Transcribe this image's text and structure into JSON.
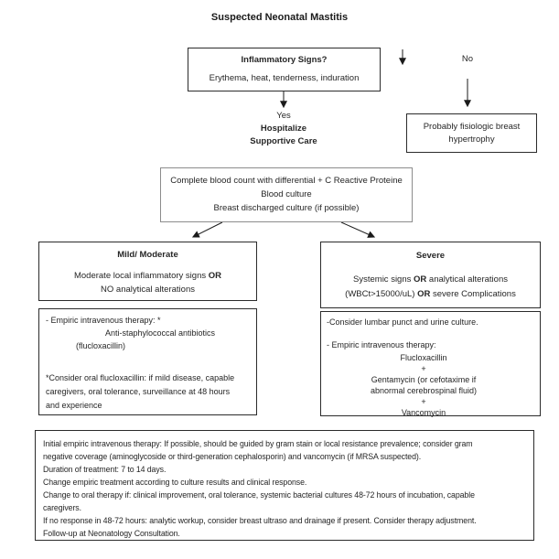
{
  "title": "Suspected Neonatal Mastitis",
  "decision": {
    "question": "Inflammatory Signs?",
    "signs": "Erythema, heat, tenderness, induration",
    "no_label": "No",
    "yes_label": "Yes"
  },
  "no_branch": {
    "box_line1": "Probably fisiologic breast",
    "box_line2": "hypertrophy"
  },
  "yes_branch": {
    "action_line1": "Hospitalize",
    "action_line2": "Supportive Care"
  },
  "workup_box": {
    "line1": "Complete blood count with differential + C Reactive Proteine",
    "line2": "Blood culture",
    "line3": "Breast discharged culture (if possible)"
  },
  "mild_box": {
    "heading": "Mild/ Moderate",
    "criteria1_text": "Moderate local inflammatory signs ",
    "criteria1_or": "OR",
    "criteria2": "NO analytical alterations"
  },
  "mild_therapy_box": {
    "line1": "- Empiric intravenous therapy: *",
    "line2": "Anti-staphylococcal antibiotics",
    "line3": "(flucloxacillin)",
    "note_line1": "*Consider oral flucloxacillin: if mild disease, capable",
    "note_line2": "caregivers, oral tolerance, surveillance at 48 hours",
    "note_line3": "and experience"
  },
  "severe_box": {
    "heading": "Severe",
    "criteria1_a": "Systemic signs ",
    "criteria1_b": "OR",
    "criteria1_c": " analytical alterations",
    "criteria2_a": "(WBCt>15000/uL) ",
    "criteria2_b": "OR",
    "criteria2_c": " severe Complications"
  },
  "severe_therapy_box": {
    "line1": "-Consider lumbar punct and urine culture.",
    "line2": "- Empiric intravenous therapy:",
    "drug1": "Flucloxacillin",
    "plus1": "+",
    "drug2_line1": "Gentamycin (or cefotaxime if",
    "drug2_line2": "abnormal cerebrospinal fluid)",
    "plus2": "+",
    "drug3": "Vancomycin"
  },
  "footer_box": {
    "lines": [
      "Initial empiric intravenous therapy: If possible, should be guided by gram stain or local resistance prevalence; consider gram",
      "negative coverage (aminoglycoside or third-generation cephalosporin) and vancomycin (if MRSA suspected).",
      "Duration of treatment: 7 to 14 days.",
      "Change empiric treatment according to culture results and clinical response.",
      "Change to oral therapy if: clinical improvement, oral tolerance, systemic bacterial cultures 48-72 hours of incubation, capable",
      "caregivers.",
      "If  no response in 48-72 hours: analytic workup, consider breast ultraso and drainage if present. Consider therapy adjustment.",
      "Follow-up at Neonatology Consultation."
    ]
  },
  "colors": {
    "border": "#2b2b2b",
    "workup_border": "#8c8c8c",
    "text": "#262626",
    "background": "#ffffff"
  }
}
